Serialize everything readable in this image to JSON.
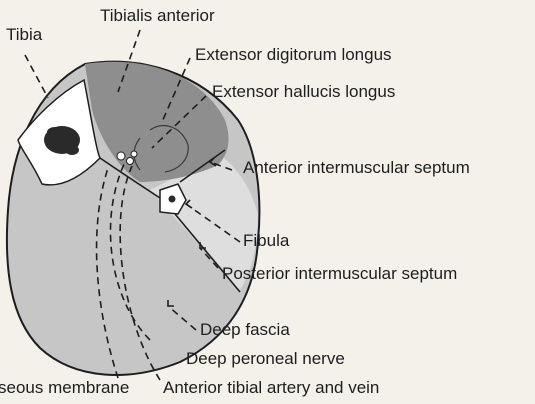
{
  "figure": {
    "labels": {
      "tibia": "Tibia",
      "tibialis_anterior": "Tibialis anterior",
      "extensor_digitorum_longus": "Extensor digitorum longus",
      "extensor_hallucis_longus": "Extensor hallucis longus",
      "anterior_intermuscular_septum": "Anterior intermuscular septum",
      "fibula": "Fibula",
      "posterior_intermuscular_septum": "Posterior intermuscular septum",
      "deep_fascia": "Deep fascia",
      "deep_peroneal_nerve": "Deep peroneal nerve",
      "interosseous_membrane": "seous membrane",
      "anterior_tibial_artery_vein": "Anterior tibial artery and vein"
    },
    "colors": {
      "background": "#f4f1ea",
      "leg_section": "#c6c6c6",
      "anterior_compartment": "#8e8e8e",
      "lateral_compartment": "#dedede",
      "bone": "#ffffff",
      "marrow": "#2a2a2a",
      "ink": "#1e1e1e"
    }
  }
}
